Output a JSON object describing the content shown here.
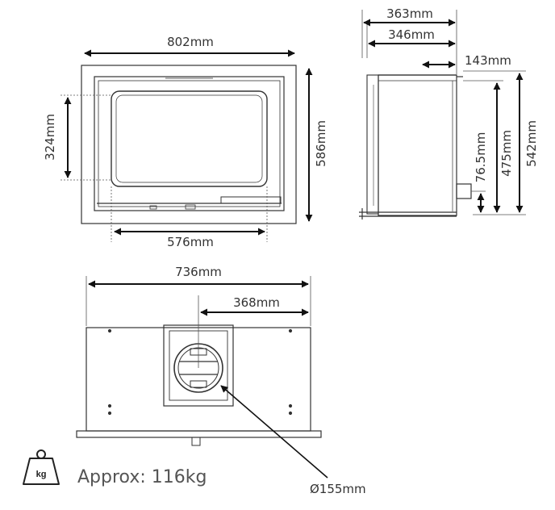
{
  "front_view": {
    "width_label": "802mm",
    "height_label": "586mm",
    "glass_height_label": "324mm",
    "glass_width_label": "576mm"
  },
  "side_view": {
    "depth_label": "363mm",
    "body_depth_label": "346mm",
    "outlet_offset_label": "143mm",
    "height_label": "542mm",
    "body_height_label": "475mm",
    "inlet_height_label": "76.5mm"
  },
  "top_view": {
    "width_label": "736mm",
    "flue_center_label": "368mm",
    "flue_diameter_label": "Ø155mm"
  },
  "weight": {
    "icon_label": "kg",
    "text": "Approx: 116kg"
  }
}
